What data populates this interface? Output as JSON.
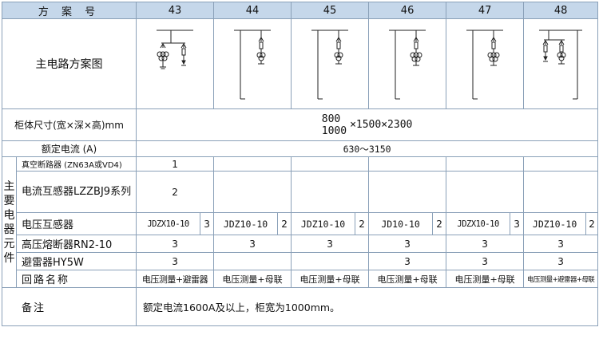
{
  "header": {
    "label": "方 案 号",
    "schemes": [
      "43",
      "44",
      "45",
      "46",
      "47",
      "48"
    ]
  },
  "circuit_row": {
    "label": "主电路方案图"
  },
  "size_row": {
    "label": "柜体尺寸(宽×深×高)mm",
    "width1": "800",
    "width2": "1000",
    "rest": "×1500×2300"
  },
  "current_row": {
    "label": "额定电流 (A)",
    "value": "630～3150"
  },
  "main_elements": {
    "side_label": [
      "主",
      "要",
      "电",
      "器",
      "元",
      "件"
    ]
  },
  "breaker_row": {
    "label": "真空断路器 (ZN63A或VD4)",
    "values": [
      "1",
      "",
      "",
      "",
      "",
      ""
    ]
  },
  "ct_row": {
    "label": "电流互感器LZZBJ9系列",
    "values": [
      "2",
      "",
      "",
      "",
      "",
      ""
    ]
  },
  "vt_row": {
    "label": "电压互感器",
    "models": [
      "JDZX10-10",
      "JDZ10-10",
      "JDZ10-10",
      "JD10-10",
      "JDZX10-10",
      "JDZ10-10"
    ],
    "counts": [
      "3",
      "2",
      "2",
      "2",
      "3",
      "2"
    ]
  },
  "fuse_row": {
    "label": "高压熔断器RN2-10",
    "values": [
      "3",
      "3",
      "3",
      "3",
      "3",
      "3"
    ]
  },
  "arrester_row": {
    "label": "避雷器HY5W",
    "values": [
      "3",
      "",
      "",
      "3",
      "3",
      "3"
    ]
  },
  "loop_row": {
    "label": "回路名称",
    "values": [
      "电压测量+避雷器",
      "电压测量+母联",
      "电压测量+母联",
      "电压测量+母联",
      "电压测量+母联",
      "电压测量+避雷器+母联"
    ]
  },
  "remark_row": {
    "label": "备注",
    "value": "额定电流1600A及以上，柜宽为1000mm。"
  }
}
